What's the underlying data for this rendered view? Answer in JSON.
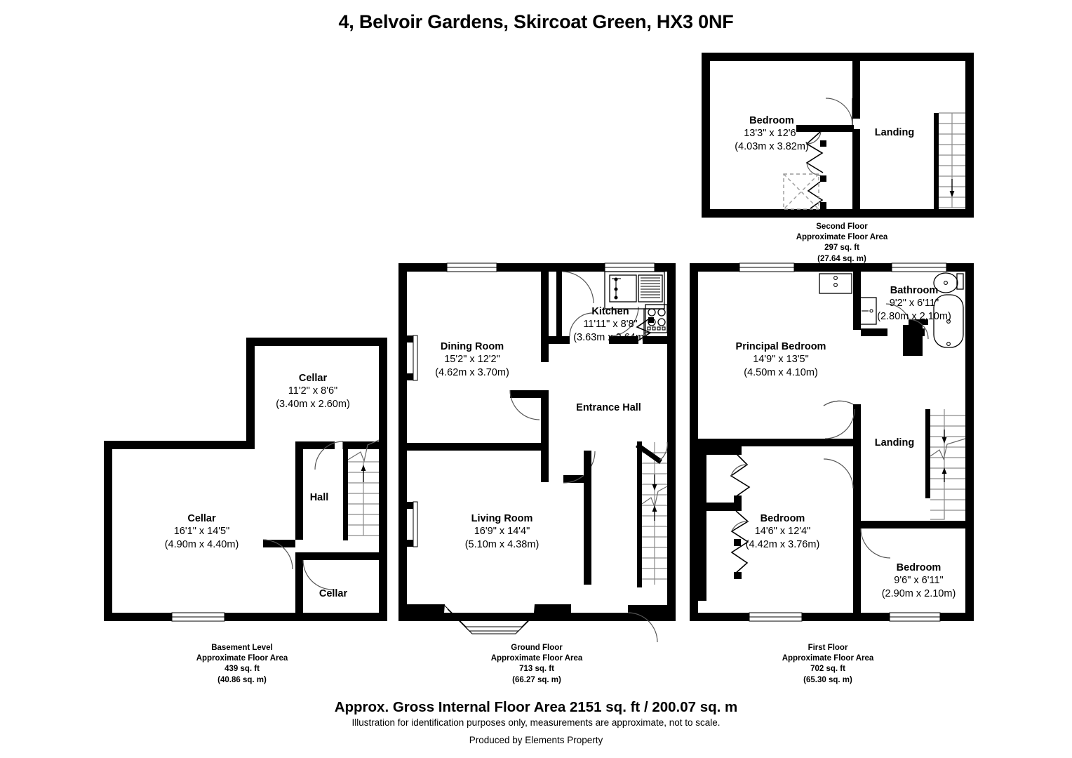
{
  "title": "4, Belvoir Gardens, Skircoat Green, HX3 0NF",
  "floors": [
    {
      "id": "second-floor",
      "caption_name": "Second Floor",
      "caption_area_label": "Approximate Floor Area",
      "caption_area_ft": "297 sq. ft",
      "caption_area_m": "(27.64 sq. m)",
      "rooms": [
        {
          "name": "Bedroom",
          "dim_ft": "13'3\" x 12'6\"",
          "dim_m": "(4.03m x 3.82m)"
        },
        {
          "name": "Landing",
          "dim_ft": "",
          "dim_m": ""
        }
      ]
    },
    {
      "id": "basement-level",
      "caption_name": "Basement Level",
      "caption_area_label": "Approximate Floor Area",
      "caption_area_ft": "439 sq. ft",
      "caption_area_m": "(40.86 sq. m)",
      "rooms": [
        {
          "name": "Cellar",
          "dim_ft": "11'2\" x 8'6\"",
          "dim_m": "(3.40m x 2.60m)"
        },
        {
          "name": "Cellar",
          "dim_ft": "16'1\" x 14'5\"",
          "dim_m": "(4.90m x 4.40m)"
        },
        {
          "name": "Hall",
          "dim_ft": "",
          "dim_m": ""
        },
        {
          "name": "Cellar",
          "dim_ft": "",
          "dim_m": ""
        }
      ]
    },
    {
      "id": "ground-floor",
      "caption_name": "Ground Floor",
      "caption_area_label": "Approximate Floor Area",
      "caption_area_ft": "713 sq. ft",
      "caption_area_m": "(66.27 sq. m)",
      "rooms": [
        {
          "name": "Kitchen",
          "dim_ft": "11'11\" x 8'8\"",
          "dim_m": "(3.63m x 2.64m)"
        },
        {
          "name": "Dining Room",
          "dim_ft": "15'2\" x 12'2\"",
          "dim_m": "(4.62m x 3.70m)"
        },
        {
          "name": "Entrance Hall",
          "dim_ft": "",
          "dim_m": ""
        },
        {
          "name": "Living Room",
          "dim_ft": "16'9\" x 14'4\"",
          "dim_m": "(5.10m x 4.38m)"
        }
      ]
    },
    {
      "id": "first-floor",
      "caption_name": "First Floor",
      "caption_area_label": "Approximate Floor Area",
      "caption_area_ft": "702 sq. ft",
      "caption_area_m": "(65.30 sq. m)",
      "rooms": [
        {
          "name": "Bathroom",
          "dim_ft": "9'2\" x 6'11\"",
          "dim_m": "(2.80m x 2.10m)"
        },
        {
          "name": "Principal Bedroom",
          "dim_ft": "14'9\" x 13'5\"",
          "dim_m": "(4.50m x 4.10m)"
        },
        {
          "name": "Landing",
          "dim_ft": "",
          "dim_m": ""
        },
        {
          "name": "Bedroom",
          "dim_ft": "14'6\" x 12'4\"",
          "dim_m": "(4.42m x 3.76m)"
        },
        {
          "name": "Bedroom",
          "dim_ft": "9'6\" x 6'11\"",
          "dim_m": "(2.90m x 2.10m)"
        }
      ],
      "shower_mark": "S"
    }
  ],
  "footer": {
    "gross_area": "Approx. Gross Internal Floor Area 2151 sq. ft / 200.07 sq. m",
    "disclaimer": "Illustration for identification purposes only, measurements are approximate, not to scale.",
    "credit": "Produced by Elements Property"
  },
  "colors": {
    "wall": "#000000",
    "background": "#ffffff",
    "stair_line": "#8a8a8a",
    "door_arc": "#555555"
  }
}
